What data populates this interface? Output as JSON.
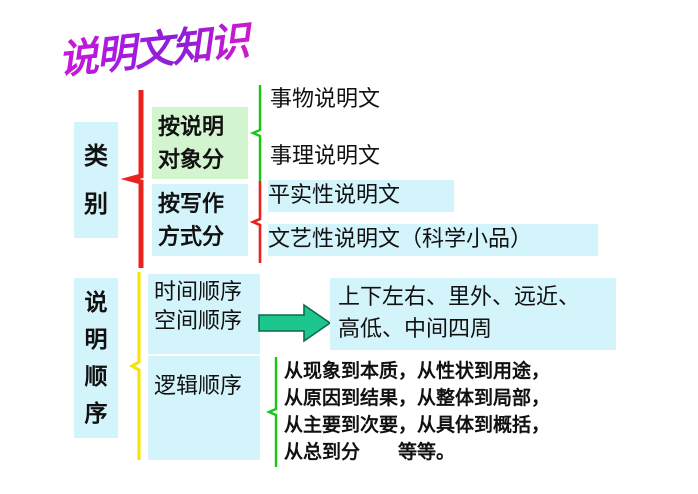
{
  "slide": {
    "title": "说明文知识",
    "background_color": "#ffffff"
  },
  "colors": {
    "title_gradient_start": "#d018d8",
    "title_gradient_end": "#e018c8",
    "cyan_fill": "#d3f4fa",
    "green_fill": "#d2f4cf",
    "brace_red": "#e8221c",
    "brace_green": "#14c814",
    "brace_yellow": "#f2e40c",
    "arrow_fill": "#1ec68f",
    "arrow_stroke": "#0a7a52",
    "text_color": "#111111"
  },
  "sections": [
    {
      "id": "category",
      "label_lines": [
        "类",
        "别"
      ],
      "brace_color": "#e8221c",
      "groups": [
        {
          "id": "by-object",
          "label_lines": [
            "按说明",
            "对象分"
          ],
          "label_fill": "#d2f4cf",
          "brace_color": "#14c814",
          "items": [
            {
              "text": "事物说明文",
              "fill": "#ffffff"
            },
            {
              "text": "事理说明文",
              "fill": "#ffffff"
            }
          ]
        },
        {
          "id": "by-style",
          "label_lines": [
            "按写作",
            "方式分"
          ],
          "label_fill": "#d3f4fa",
          "brace_color": "#e8221c",
          "items": [
            {
              "text": "平实性说明文",
              "fill": "#d3f4fa"
            },
            {
              "text": "文艺性说明文（科学小品）",
              "fill": "#d3f4fa"
            }
          ]
        }
      ]
    },
    {
      "id": "order",
      "label_lines": [
        "说",
        "明",
        "顺",
        "序"
      ],
      "brace_color": "#f2e40c",
      "groups": [
        {
          "id": "time-space",
          "label_lines": [
            "时间顺序",
            "空间顺序"
          ],
          "label_fill": "#d3f4fa",
          "arrow": "right-arrow-icon",
          "items": [
            {
              "text": "上下左右、里外、远近、",
              "fill": "#d3f4fa"
            },
            {
              "text": "高低、中间四周",
              "fill": "#d3f4fa"
            }
          ]
        },
        {
          "id": "logic",
          "label_lines": [
            "逻辑顺序"
          ],
          "label_fill": "#d3f4fa",
          "brace_color": "#14c814",
          "items": [
            {
              "text": "从现象到本质，从性状到用途，",
              "fill": "#ffffff"
            },
            {
              "text": "从原因到结果，从整体到局部，",
              "fill": "#ffffff"
            },
            {
              "text": "从主要到次要，从具体到概括，",
              "fill": "#ffffff"
            },
            {
              "text": "从总到分　　等等。",
              "fill": "#ffffff"
            }
          ]
        }
      ]
    }
  ]
}
